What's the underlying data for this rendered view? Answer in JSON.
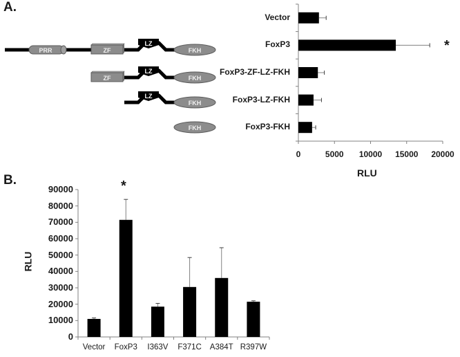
{
  "panels": {
    "a_label": "A.",
    "b_label": "B."
  },
  "diagram": {
    "domains": {
      "prr": "PRR",
      "zf": "ZF",
      "lz": "LZ",
      "fkh": "FKH"
    },
    "colors": {
      "domain_fill": "#8c8c8c",
      "domain_stroke": "#5a5a5a",
      "backbone": "#000000",
      "domain_text": "#f0f0f0"
    }
  },
  "chart_data": [
    {
      "type": "bar",
      "orientation": "horizontal",
      "title": "",
      "categories": [
        "Vector",
        "FoxP3",
        "FoxP3-ZF-LZ-FKH",
        "FoxP3-LZ-FKH",
        "FoxP3-FKH"
      ],
      "values": [
        2850,
        13500,
        2700,
        2100,
        1900
      ],
      "error_upper": [
        1000,
        4700,
        900,
        1100,
        500
      ],
      "xlabel": "RLU",
      "ylabel": "",
      "xlim": [
        0,
        20000
      ],
      "xticks": [
        "0",
        "5000",
        "10000",
        "15000",
        "20000"
      ],
      "annotations": [
        {
          "category": "FoxP3",
          "text": "*"
        }
      ],
      "grid": false,
      "bar_color": "#000000"
    },
    {
      "type": "bar",
      "orientation": "vertical",
      "title": "",
      "categories": [
        "Vector",
        "FoxP3",
        "I363V",
        "F371C",
        "A384T",
        "R397W"
      ],
      "values": [
        11000,
        71500,
        18500,
        30500,
        36000,
        21500
      ],
      "error_upper": [
        600,
        12500,
        2000,
        18000,
        18500,
        600
      ],
      "xlabel": "",
      "ylabel": "RLU",
      "ylim": [
        0,
        90000
      ],
      "yticks": [
        "0",
        "10000",
        "20000",
        "30000",
        "40000",
        "50000",
        "60000",
        "70000",
        "80000",
        "90000"
      ],
      "annotations": [
        {
          "category": "FoxP3",
          "text": "*"
        }
      ],
      "grid": false,
      "bar_color": "#000000"
    }
  ]
}
